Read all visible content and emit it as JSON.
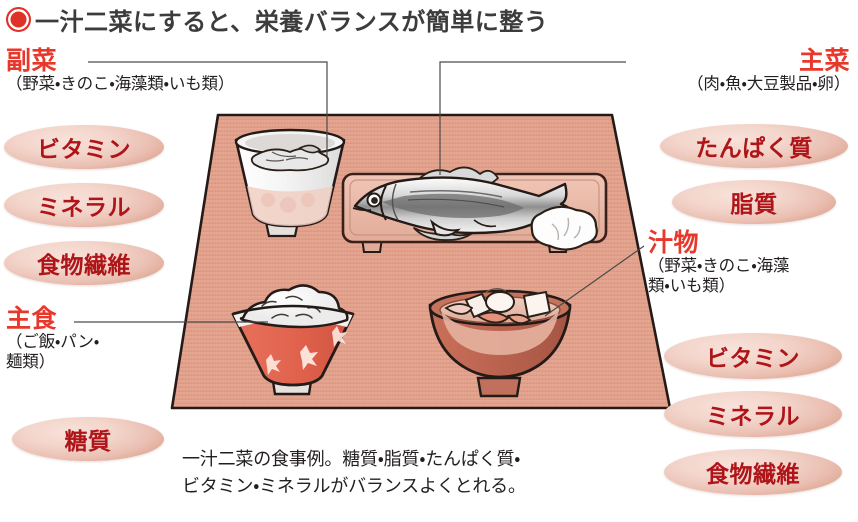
{
  "title": {
    "bullet": "circle-bullet-icon",
    "text": "一汁二菜にすると、栄養バランスが簡単に整う"
  },
  "colors": {
    "title_text": "#3c3c3c",
    "bullet_red": "#e03127",
    "category_red": "#e8372b",
    "pill_text_red": "#ae1418",
    "pill_fill": "#f2d3c8",
    "table_top": "#e0a08c",
    "leader_line": "#4a4a4a",
    "body_text": "#231f20"
  },
  "categories": {
    "fukusai": {
      "name": "副菜",
      "sub": "（野菜・きのこ・海藻類・いも類）"
    },
    "shusai": {
      "name": "主菜",
      "sub": "（肉・魚・大豆製品・卵）"
    },
    "shushoku": {
      "name": "主食",
      "sub_line1": "（ご飯・パン・",
      "sub_line2": "麺類）"
    },
    "shirumono": {
      "name": "汁物",
      "sub_line1": "（野菜・きのこ・海藻",
      "sub_line2": "類・いも類）"
    }
  },
  "nutrients": {
    "left": [
      {
        "label": "ビタミン"
      },
      {
        "label": "ミネラル"
      },
      {
        "label": "食物繊維"
      }
    ],
    "left_bottom": [
      {
        "label": "糖質"
      }
    ],
    "right_top": [
      {
        "label": "たんぱく質"
      },
      {
        "label": "脂質"
      }
    ],
    "right_bottom": [
      {
        "label": "ビタミン"
      },
      {
        "label": "ミネラル"
      },
      {
        "label": "食物繊維"
      }
    ]
  },
  "illustration": {
    "table": "dining-table",
    "items": [
      {
        "name": "side-dish-bowl"
      },
      {
        "name": "grilled-fish-plate"
      },
      {
        "name": "rice-bowl"
      },
      {
        "name": "miso-soup-bowl"
      }
    ]
  },
  "caption": {
    "line1": "一汁二菜の食事例。糖質・脂質・たんぱく質・",
    "line2": "ビタミン・ミネラルがバランスよくとれる。"
  }
}
